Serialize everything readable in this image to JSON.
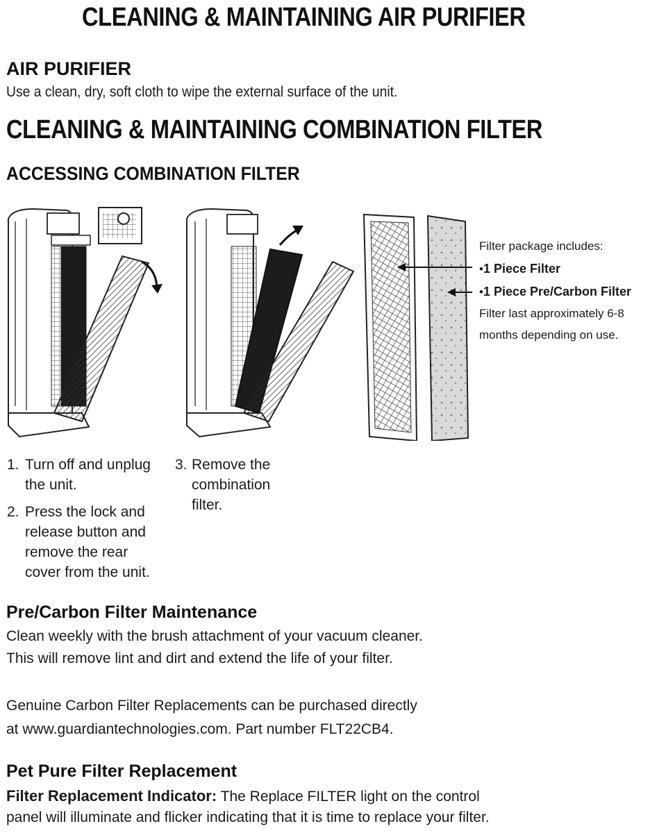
{
  "page_title": "CLEANING & MAINTAINING AIR PURIFIER",
  "air_purifier": {
    "heading": "AIR PURIFIER",
    "text": "Use a clean, dry, soft cloth to wipe the external surface of the unit."
  },
  "combination_filter": {
    "heading": "CLEANING & MAINTAINING COMBINATION FILTER",
    "subheading": "ACCESSING COMBINATION FILTER"
  },
  "steps": [
    {
      "number": "1.",
      "text": "Turn off and unplug the unit."
    },
    {
      "number": "2.",
      "text": "Press the lock and release button and remove the rear cover from the unit."
    },
    {
      "number": "3.",
      "text": "Remove the combination filter."
    }
  ],
  "filter_package": {
    "intro": "Filter package includes:",
    "item1": "1 Piece Filter",
    "item2": "1 Piece Pre/Carbon Filter",
    "note_line1": "Filter last approximately 6-8",
    "note_line2": "months depending on use."
  },
  "pre_carbon": {
    "heading": "Pre/Carbon Filter Maintenance",
    "line1": "Clean weekly with the brush attachment of your vacuum cleaner.",
    "line2": "This will remove lint and dirt and extend the life of your filter.",
    "genuine_line1": "Genuine Carbon Filter Replacements can be purchased directly",
    "genuine_line2": "at www.guardiantechnologies.com.  Part number FLT22CB4."
  },
  "pet_pure": {
    "heading": "Pet Pure Filter Replacement",
    "indicator_label": "Filter Replacement Indicator:",
    "indicator_text": " The Replace FILTER light on the control",
    "indicator_line2": "panel will illuminate and flicker indicating that it is time to replace your filter."
  }
}
